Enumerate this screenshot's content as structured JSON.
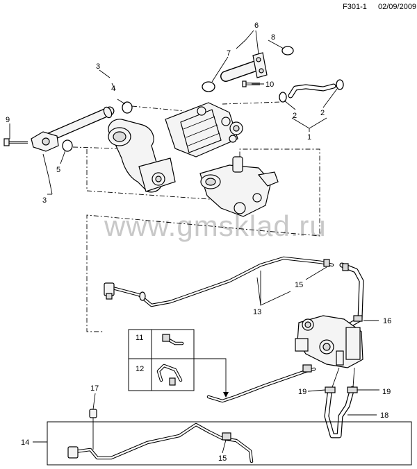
{
  "header": {
    "code": "F301-1",
    "date": "02/09/2009"
  },
  "watermark": "www.gmsklad.ru",
  "callouts": {
    "c1": "1",
    "c2a": "2",
    "c2b": "2",
    "c3a": "3",
    "c3b": "3",
    "c4": "4",
    "c5": "5",
    "c6": "6",
    "c7": "7",
    "c8": "8",
    "c9": "9",
    "c10": "10",
    "c11": "11",
    "c12": "12",
    "c13": "13",
    "c14": "14",
    "c15a": "15",
    "c15b": "15",
    "c16": "16",
    "c17": "17",
    "c18": "18",
    "c19a": "19",
    "c19b": "19"
  },
  "colors": {
    "line": "#000000",
    "watermark": "#c8c8c8",
    "fill": "#f4f4f4"
  }
}
